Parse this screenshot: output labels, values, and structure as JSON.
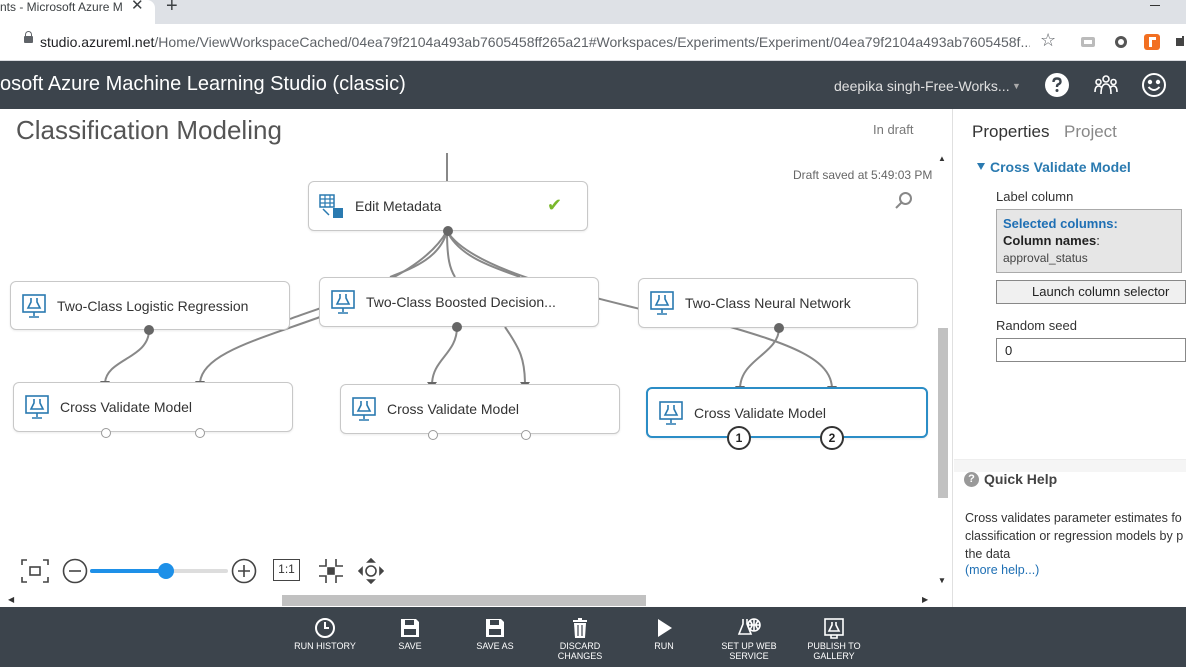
{
  "browser": {
    "tab_title": "nts - Microsoft Azure M",
    "tab_close": "✕",
    "new_tab": "+",
    "url_host": "studio.azureml.net",
    "url_path": "/Home/ViewWorkspaceCached/04ea79f2104a493ab7605458ff265a21#Workspaces/Experiments/Experiment/04ea79f2104a493ab7605458f...",
    "bookmark_icon": "☆"
  },
  "app": {
    "title": "osoft Azure Machine Learning Studio (classic)",
    "workspace": "deepika singh-Free-Works...",
    "caret": "▼"
  },
  "experiment": {
    "title": "Classification Modeling",
    "status": "In draft",
    "saved": "Draft saved at 5:49:03 PM"
  },
  "modules": {
    "edit_metadata": "Edit Metadata",
    "logistic": "Two-Class Logistic Regression",
    "boosted": "Two-Class Boosted Decision...",
    "neural": "Two-Class Neural Network",
    "cv1": "Cross Validate Model",
    "cv2": "Cross Validate Model",
    "cv3": "Cross Validate Model",
    "check": "✔",
    "port1": "1",
    "port2": "2"
  },
  "zoom": {
    "actual_size": "1:1",
    "level": 0.55
  },
  "properties": {
    "tab_properties": "Properties",
    "tab_project": "Project",
    "section": "Cross Validate Model",
    "label_column": "Label column",
    "selected_columns": "Selected columns:",
    "column_names_label": "Column names",
    "column_names_sep": ":",
    "column_value": "approval_status",
    "launch_button": "Launch column selector",
    "random_seed_label": "Random seed",
    "random_seed_value": "0"
  },
  "quick_help": {
    "icon": "?",
    "title": "Quick Help",
    "line1": "Cross validates parameter estimates fo",
    "line2": "classification or regression models by p",
    "line3": "the data",
    "more": "(more help...)"
  },
  "commands": [
    {
      "label": "RUN HISTORY",
      "icon": "clock-icon"
    },
    {
      "label": "SAVE",
      "icon": "save-icon"
    },
    {
      "label": "SAVE AS",
      "icon": "save-as-icon"
    },
    {
      "label": "DISCARD CHANGES",
      "icon": "trash-icon"
    },
    {
      "label": "RUN",
      "icon": "play-icon"
    },
    {
      "label": "SET UP WEB\nSERVICE",
      "icon": "web-service-icon"
    },
    {
      "label": "PUBLISH TO\nGALLERY",
      "icon": "publish-icon"
    }
  ],
  "colors": {
    "header_bg": "#3c444c",
    "accent": "#2a7ab0",
    "slider": "#1e90e8",
    "check": "#7ab82c"
  }
}
